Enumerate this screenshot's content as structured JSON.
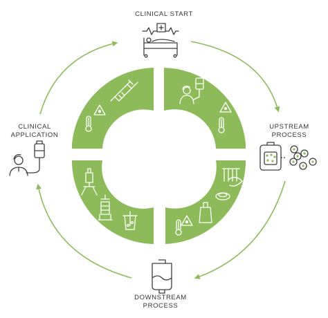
{
  "colors": {
    "accent": "#8dbb5a",
    "line": "#3d3d3d"
  },
  "stages": {
    "top": {
      "label": "CLINICAL START",
      "icon": "hospital-bed-icon"
    },
    "right": {
      "label": "UPSTREAM\nPROCESS",
      "icon": "cell-culture-bag-icon"
    },
    "bottom": {
      "label": "DOWNSTREAM\nPROCESS",
      "icon": "infusion-bag-icon"
    },
    "left": {
      "label": "CLINICAL\nAPPLICATION",
      "icon": "patient-iv-icon"
    }
  },
  "quadrants": [
    {
      "position": "top-left",
      "icons": [
        "syringe-icon",
        "cold-storage-thermometer-icon"
      ]
    },
    {
      "position": "top-right",
      "icons": [
        "nurse-iv-bag-icon",
        "cold-storage-thermometer-icon"
      ]
    },
    {
      "position": "bottom-right",
      "icons": [
        "dna-test-tubes-icon",
        "petri-dish-icon",
        "media-bottle-icon",
        "cold-storage-thermometer-icon"
      ]
    },
    {
      "position": "bottom-left",
      "icons": [
        "bioreactor-stand-icon",
        "filter-column-icon",
        "mixing-vessel-icon"
      ]
    }
  ]
}
